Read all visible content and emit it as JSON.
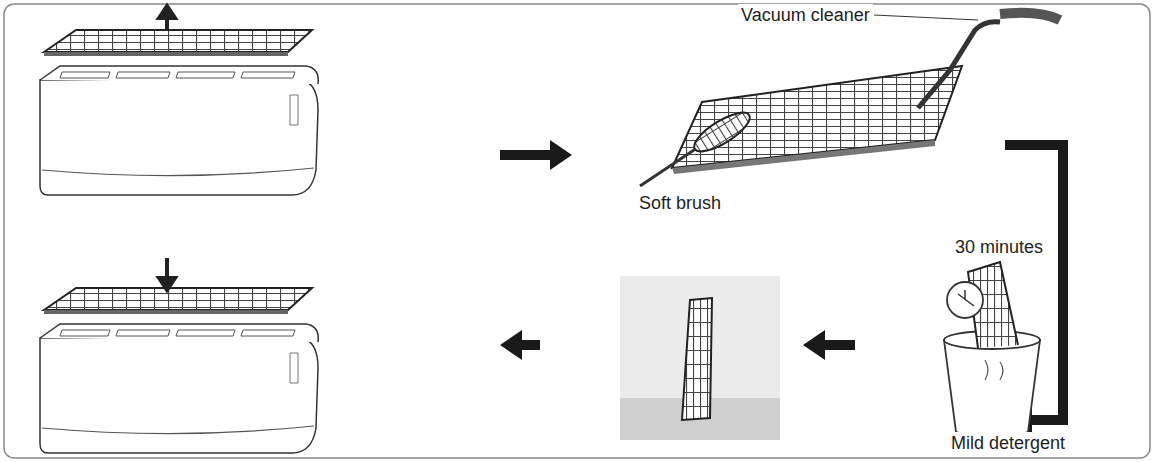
{
  "diagram": {
    "labels": [
      "Vacuum cleaner",
      "Soft brush",
      "30 minutes",
      "Mild detergent"
    ]
  }
}
